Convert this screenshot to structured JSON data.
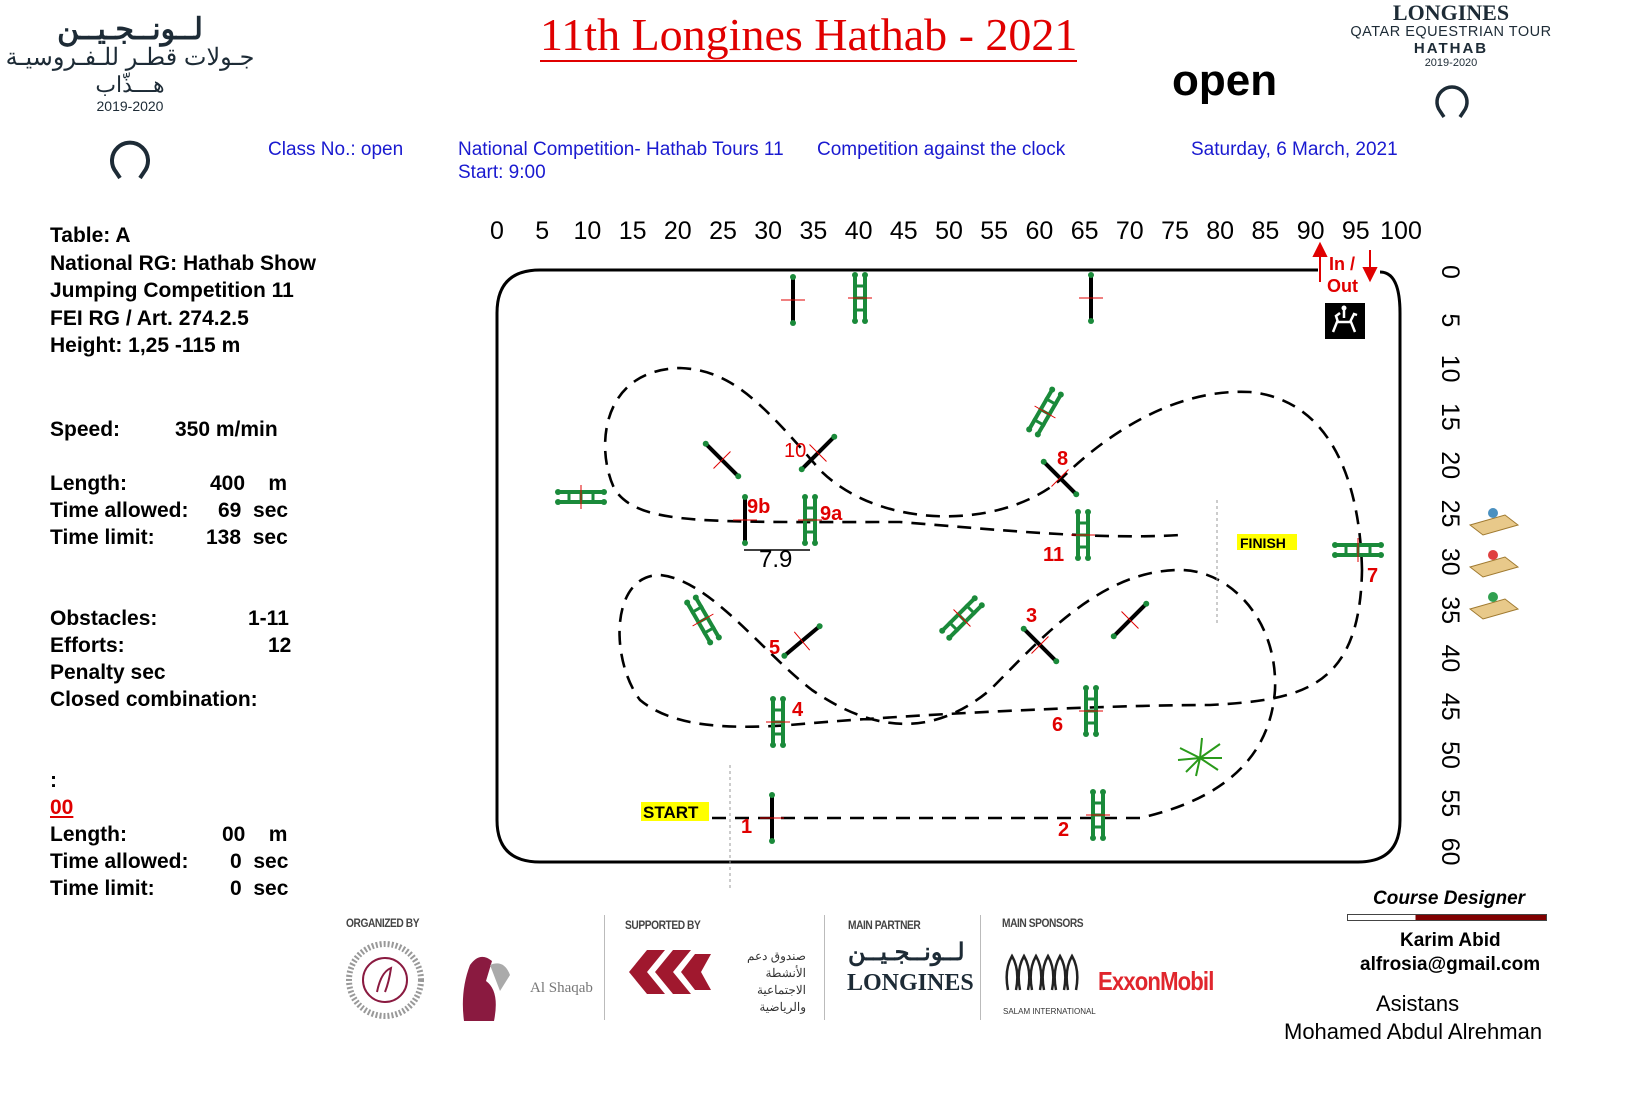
{
  "header": {
    "title": "11th Longines Hathab - 2021",
    "class_name": "open",
    "class_no": "Class No.: open",
    "competition": "National Competition- Hathab Tours 11",
    "start": "Start: 9:00",
    "type": "Competition against the clock",
    "date": "Saturday, 6 March, 2021",
    "logo_left": {
      "arabic_brand": "لــونــجـيــن",
      "arabic_tour": "جـولات قطـر للـفـروسيـة",
      "arabic_hathab": "هـــذّاب",
      "years": "2019-2020"
    },
    "logo_right": {
      "brand": "LONGINES",
      "tour": "QATAR EQUESTRIAN TOUR",
      "hathab": "HATHAB",
      "years": "2019-2020"
    }
  },
  "info": {
    "table": "Table: A",
    "rg1": "National RG: Hathab Show",
    "rg2": "Jumping Competition 11",
    "fei": "FEI RG / Art. 274.2.5",
    "height": "Height: 1,25 -115  m",
    "speed_label": "Speed:",
    "speed_value": "350  m/min",
    "length_label": "Length:",
    "length_value": "400    m",
    "time_allowed_label": "Time allowed:",
    "time_allowed_value": "69  sec",
    "time_limit_label": "Time limit:",
    "time_limit_value": "138  sec",
    "obstacles_label": "Obstacles:",
    "obstacles_value": "1-11",
    "efforts_label": "Efforts:",
    "efforts_value": "12",
    "penalty": "Penalty sec",
    "closed": "Closed combination:",
    "colon": ":",
    "jumpoff": "00",
    "jo_length_label": "Length:",
    "jo_length_value": "00    m",
    "jo_time_allowed_label": "Time allowed:",
    "jo_time_allowed_value": "0  sec",
    "jo_time_limit_label": "Time limit:",
    "jo_time_limit_value": "0  sec"
  },
  "course": {
    "x_scale": [
      "0",
      "5",
      "10",
      "15",
      "20",
      "25",
      "30",
      "35",
      "40",
      "45",
      "50",
      "55",
      "60",
      "65",
      "70",
      "75",
      "80",
      "85",
      "90",
      "95",
      "100"
    ],
    "y_scale": [
      "0",
      "5",
      "10",
      "15",
      "20",
      "25",
      "30",
      "35",
      "40",
      "45",
      "50",
      "55",
      "60"
    ],
    "in_out": [
      "In /",
      "Out"
    ],
    "start": "START",
    "finish": "FINISH",
    "distance": "7.9",
    "numbers": [
      "1",
      "2",
      "3",
      "4",
      "5",
      "6",
      "7",
      "8",
      "9a",
      "9b",
      "10",
      "11"
    ]
  },
  "designer": {
    "heading": "Course Designer",
    "name": "Karim Abid",
    "email": "alfrosia@gmail.com",
    "assistant_heading": "Asistans",
    "assistant": "Mohamed Abdul Alrehman"
  },
  "sponsors": {
    "organized": "ORGANIZED BY",
    "supported": "SUPPORTED BY",
    "partner": "MAIN PARTNER",
    "main": "MAIN SPONSORS",
    "alshaqab": "Al Shaqab",
    "fund_ar": "صندوق دعم الأنشطة الاجتماعية والرياضية",
    "longines_ar": "لــونــجـيــن",
    "longines": "LONGINES",
    "salam": "SALAM INTERNATIONAL",
    "exxon": "ExxonMobil"
  },
  "colors": {
    "title": "#e00000",
    "blue": "#1a1ad0",
    "green": "#1a8a3a",
    "red": "#e00000",
    "maroon": "#800000"
  }
}
